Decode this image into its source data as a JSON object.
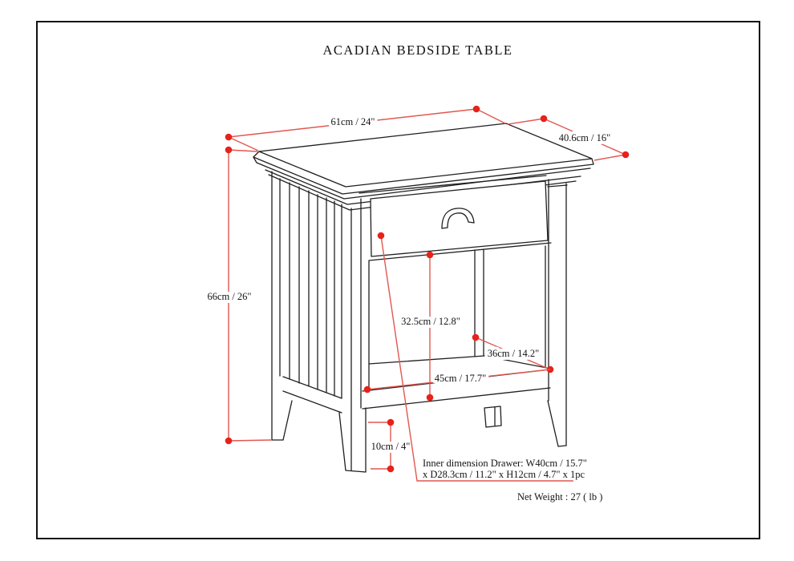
{
  "document": {
    "title": "ACADIAN BEDSIDE TABLE"
  },
  "dimensions": {
    "top_width": "61cm / 24\"",
    "top_depth": "40.6cm / 16\"",
    "overall_height": "66cm / 26\"",
    "opening_height": "32.5cm / 12.8\"",
    "shelf_depth": "36cm / 14.2\"",
    "shelf_width": "45cm / 17.7\"",
    "leg_height": "10cm / 4\""
  },
  "notes": {
    "drawer_inner_dimension_line1": "Inner dimension Drawer: W40cm / 15.7\"",
    "drawer_inner_dimension_line2": "x D28.3cm / 11.2\" x H12cm / 4.7\" x 1pc",
    "net_weight": "Net Weight : 27 ( lb )"
  },
  "colors": {
    "dimension_line": "#e25750",
    "dimension_dot": "#e8211a",
    "line_art": "#1f1f1f",
    "border": "#111111",
    "background": "#ffffff"
  }
}
